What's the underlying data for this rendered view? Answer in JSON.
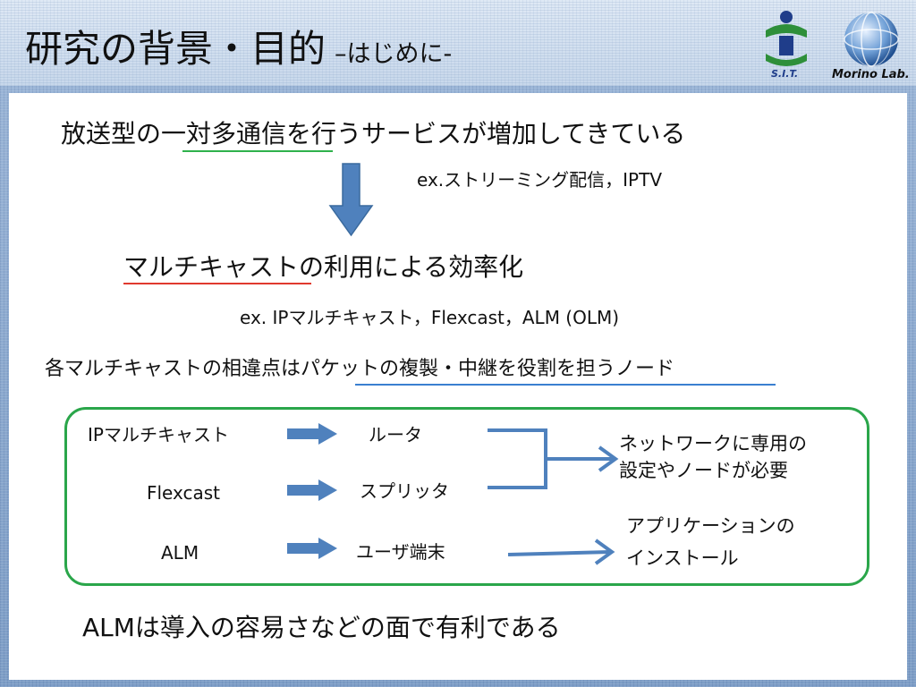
{
  "header": {
    "title": "研究の背景・目的",
    "subtitle": "–はじめに-",
    "logo_sit_text": "S.I.T.",
    "logo_morino_text": "Morino Lab."
  },
  "body": {
    "line1": "放送型の一対多通信を行うサービスが増加してきている",
    "line1_example": "ex.ストリーミング配信，IPTV",
    "line2": "マルチキャストの利用による効率化",
    "line2_example": "ex. IPマルチキャスト，Flexcast，ALM (OLM)",
    "line3": "各マルチキャストの相違点はパケットの複製・中継を役割を担うノード",
    "conclusion": "ALMは導入の容易さなどの面で有利である"
  },
  "box": {
    "rows": [
      {
        "name": "IPマルチキャスト",
        "node": "ルータ"
      },
      {
        "name": "Flexcast",
        "node": "スプリッタ"
      },
      {
        "name": "ALM",
        "node": "ユーザ端末"
      }
    ],
    "result_network": [
      "ネットワークに専用の",
      "設定やノードが必要"
    ],
    "result_app": [
      "アプリケーションの",
      "インストール"
    ]
  },
  "colors": {
    "arrow": "#4f81bd",
    "box_border": "#2aa64a",
    "underline_green": "#2fb14c",
    "underline_red": "#e0392e",
    "underline_blue": "#3a7fd0"
  }
}
